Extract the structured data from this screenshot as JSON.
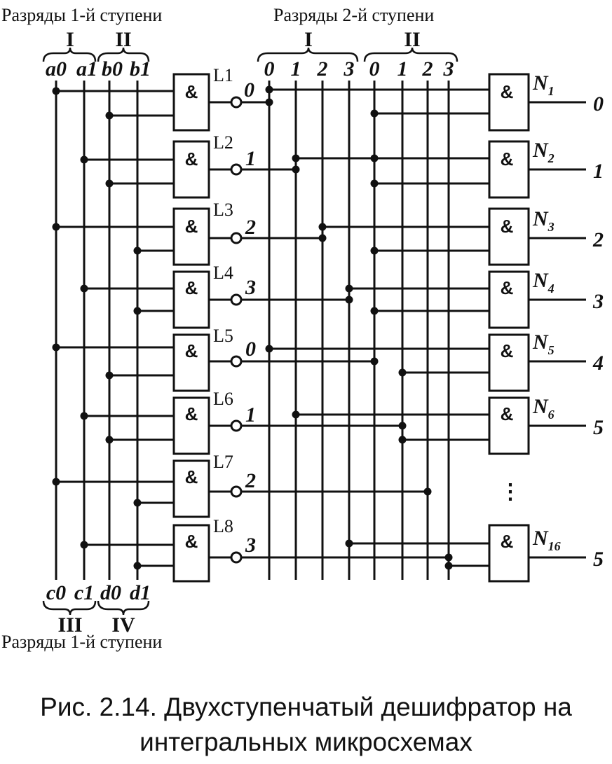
{
  "headers": {
    "stage1_top": "Разряды 1-й ступени",
    "stage2_top": "Разряды 2-й ступени",
    "stage1_bottom": "Разряды 1-й ступени"
  },
  "stage1_groups_top": [
    "I",
    "II"
  ],
  "stage1_groups_bottom": [
    "III",
    "IV"
  ],
  "stage1_inputs_top": [
    "a0",
    "a1",
    "b0",
    "b1"
  ],
  "stage1_inputs_bottom": [
    "c0",
    "c1",
    "d0",
    "d1"
  ],
  "stage2_groups": [
    "I",
    "II"
  ],
  "stage2_bus_labels": [
    "0",
    "1",
    "2",
    "3",
    "0",
    "1",
    "2",
    "3"
  ],
  "gate_symbol": "&",
  "first_stage_gates": [
    {
      "label": "L1",
      "out": "0"
    },
    {
      "label": "L2",
      "out": "1"
    },
    {
      "label": "L3",
      "out": "2"
    },
    {
      "label": "L4",
      "out": "3"
    },
    {
      "label": "L5",
      "out": "0"
    },
    {
      "label": "L6",
      "out": "1"
    },
    {
      "label": "L7",
      "out": "2"
    },
    {
      "label": "L8",
      "out": "3"
    }
  ],
  "second_stage_gates": [
    {
      "name": "N",
      "sub": "1",
      "output": "0"
    },
    {
      "name": "N",
      "sub": "2",
      "output": "1"
    },
    {
      "name": "N",
      "sub": "3",
      "output": "2"
    },
    {
      "name": "N",
      "sub": "4",
      "output": "3"
    },
    {
      "name": "N",
      "sub": "5",
      "output": "4"
    },
    {
      "name": "N",
      "sub": "6",
      "output": "5"
    },
    {
      "name": "N",
      "sub": "16",
      "output": "5"
    }
  ],
  "ellipsis": "⋮",
  "caption": {
    "line1": "Рис. 2.14. Двухступенчатый дешифратор на",
    "line2": "интегральных микросхемах"
  }
}
